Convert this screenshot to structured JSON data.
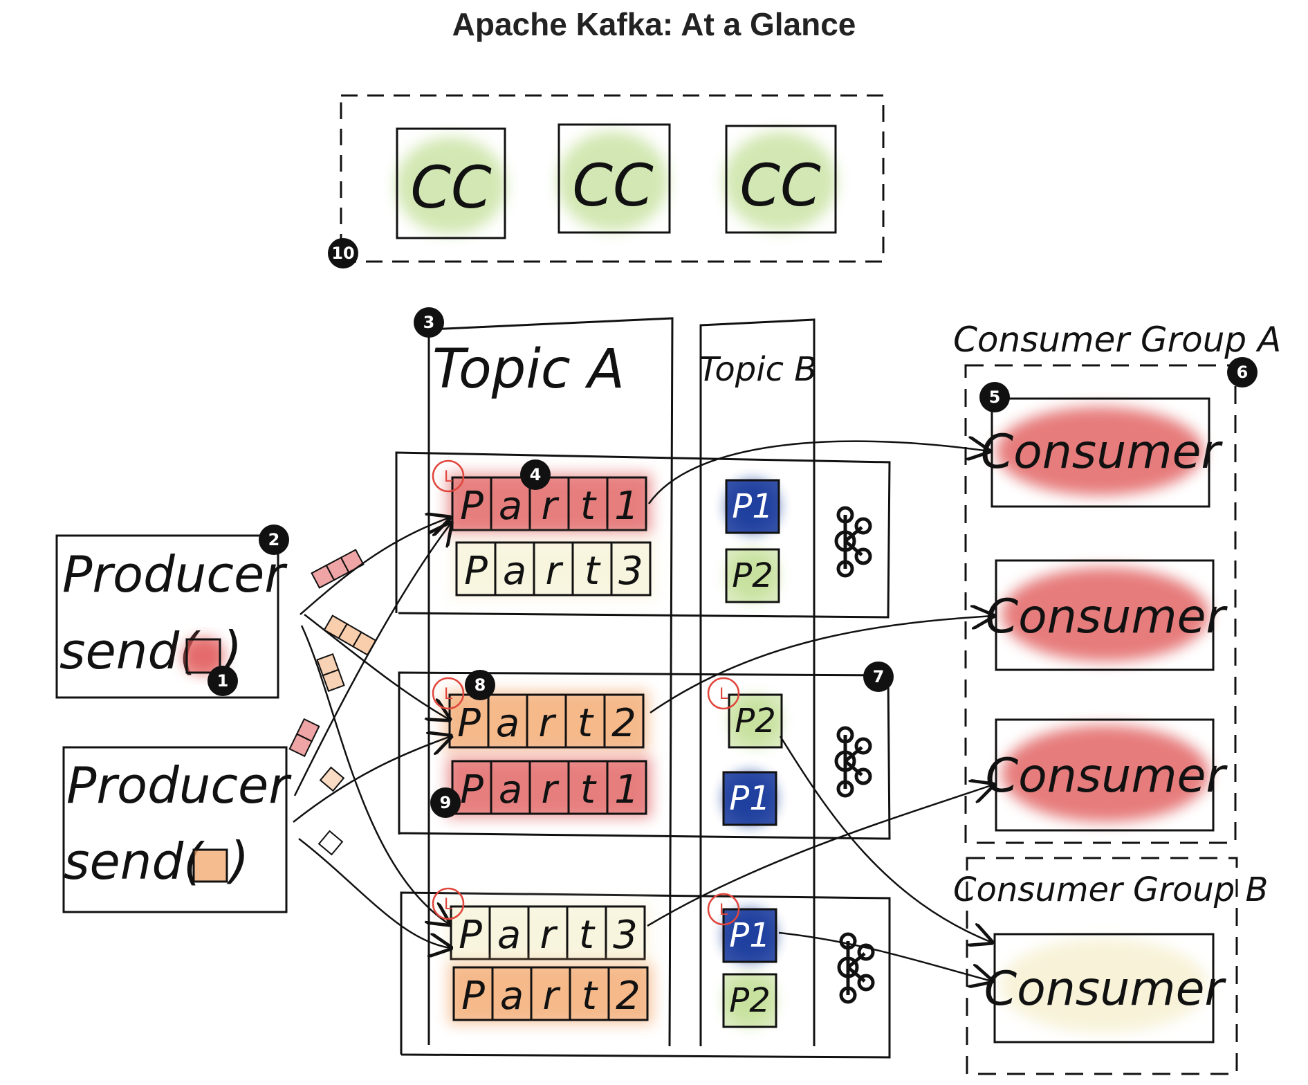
{
  "title": "Apache Kafka: At a Glance",
  "controller_label": "CC",
  "topic_a": "Topic A",
  "topic_b": "Topic B",
  "consumer_group_a": "Consumer Group A",
  "consumer_group_b": "Consumer Group B",
  "consumer_label": "Consumer",
  "producers": [
    {
      "label": "Producer",
      "call": "send("
    },
    {
      "label": "Producer",
      "call": "send("
    }
  ],
  "call_close": ")",
  "leader_mark": "L",
  "partitions": {
    "broker1": [
      {
        "chars": [
          "P",
          "a",
          "r",
          "t",
          "1"
        ]
      },
      {
        "chars": [
          "P",
          "a",
          "r",
          "t",
          "3"
        ]
      }
    ],
    "broker2": [
      {
        "chars": [
          "P",
          "a",
          "r",
          "t",
          "2"
        ]
      },
      {
        "chars": [
          "P",
          "a",
          "r",
          "t",
          "1"
        ]
      }
    ],
    "broker3": [
      {
        "chars": [
          "P",
          "a",
          "r",
          "t",
          "3"
        ]
      },
      {
        "chars": [
          "P",
          "a",
          "r",
          "t",
          "2"
        ]
      }
    ]
  },
  "topic_b_partitions": {
    "broker1": [
      "P1",
      "P2"
    ],
    "broker2": [
      "P2",
      "P1"
    ],
    "broker3": [
      "P1",
      "P2"
    ]
  },
  "badges": [
    "1",
    "2",
    "3",
    "4",
    "5",
    "6",
    "7",
    "8",
    "9",
    "10"
  ],
  "colors": {
    "red": "#e15b5b",
    "orange": "#f2a66a",
    "cream": "#f7f2d6",
    "green": "#c4e09a",
    "blue": "#1f3f9e",
    "leader": "#e0463c",
    "ink": "#111111"
  }
}
